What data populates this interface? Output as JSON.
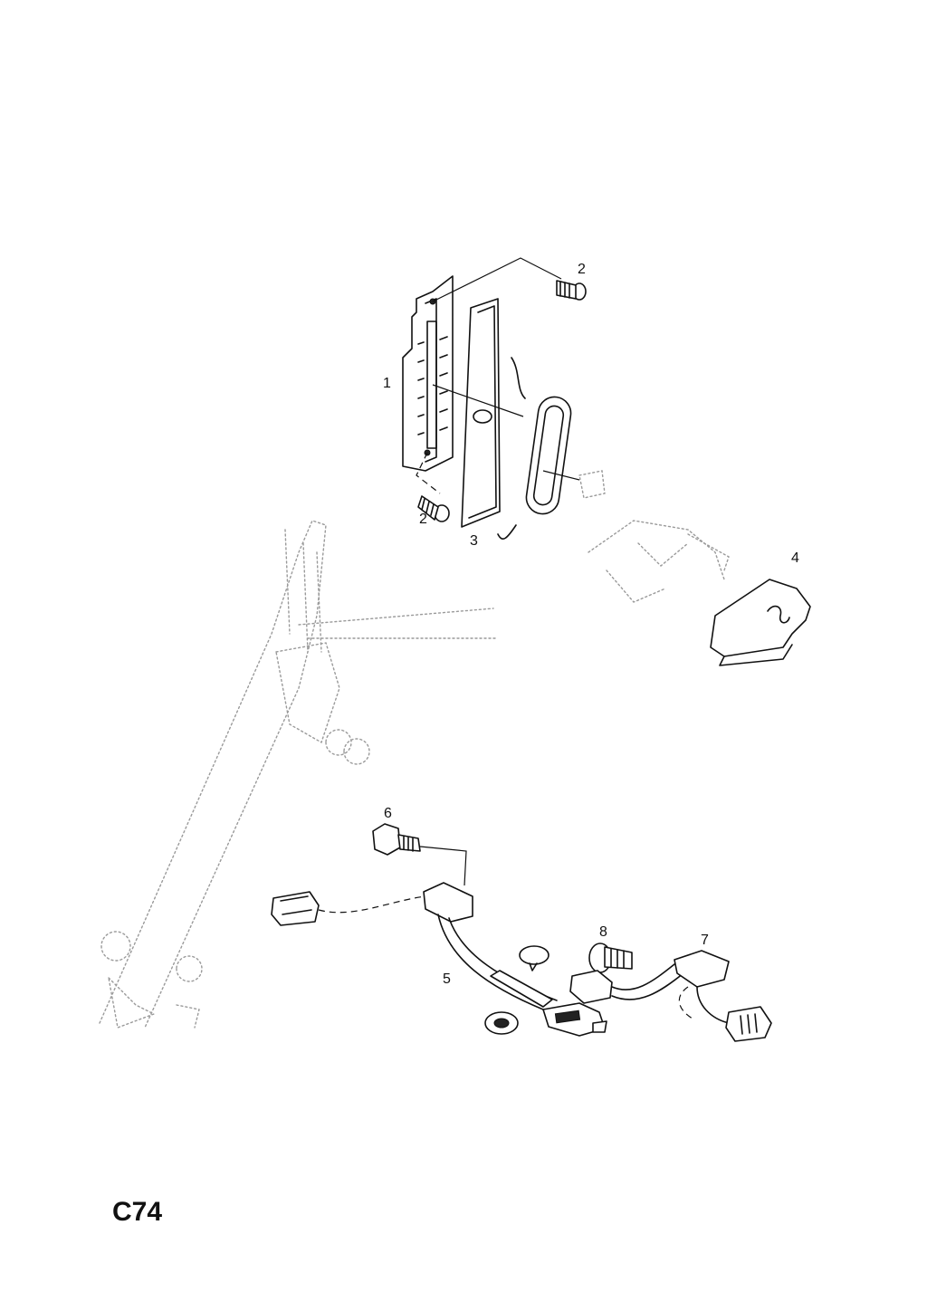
{
  "diagram": {
    "page_code": "C74",
    "callouts": {
      "p1": "1",
      "p2a": "2",
      "p2b": "2",
      "p3": "3",
      "p4": "4",
      "p5": "5",
      "p6": "6",
      "p7": "7",
      "p8": "8"
    }
  }
}
